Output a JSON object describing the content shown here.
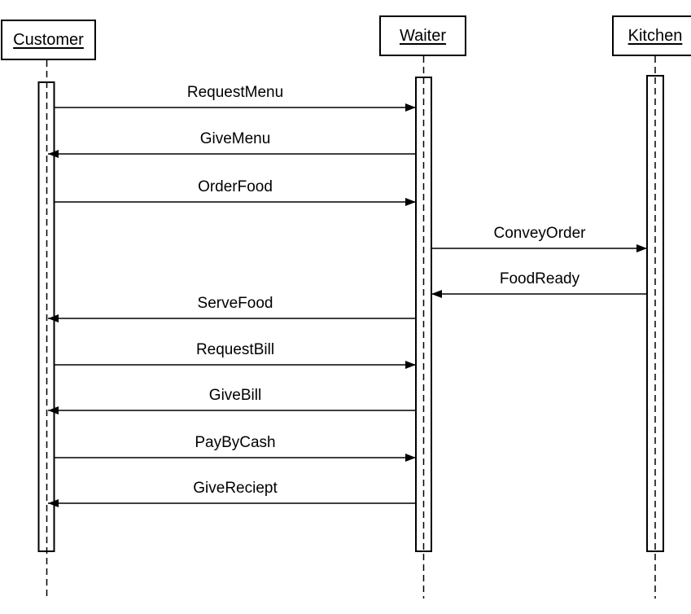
{
  "diagram": {
    "kind": "uml-sequence-diagram",
    "participants": [
      {
        "name": "Customer"
      },
      {
        "name": "Waiter"
      },
      {
        "name": "Kitchen"
      }
    ],
    "messages": [
      {
        "label": "RequestMenu",
        "from": "Customer",
        "to": "Waiter"
      },
      {
        "label": "GiveMenu",
        "from": "Waiter",
        "to": "Customer"
      },
      {
        "label": "OrderFood",
        "from": "Customer",
        "to": "Waiter"
      },
      {
        "label": "ConveyOrder",
        "from": "Waiter",
        "to": "Kitchen"
      },
      {
        "label": "FoodReady",
        "from": "Kitchen",
        "to": "Waiter"
      },
      {
        "label": "ServeFood",
        "from": "Waiter",
        "to": "Customer"
      },
      {
        "label": "RequestBill",
        "from": "Customer",
        "to": "Waiter"
      },
      {
        "label": "GiveBill",
        "from": "Waiter",
        "to": "Customer"
      },
      {
        "label": "PayByCash",
        "from": "Customer",
        "to": "Waiter"
      },
      {
        "label": "GiveReciept",
        "from": "Waiter",
        "to": "Customer"
      }
    ],
    "colors": {
      "line": "#000000",
      "background": "#ffffff",
      "activation_fill": "#ffffff"
    }
  }
}
